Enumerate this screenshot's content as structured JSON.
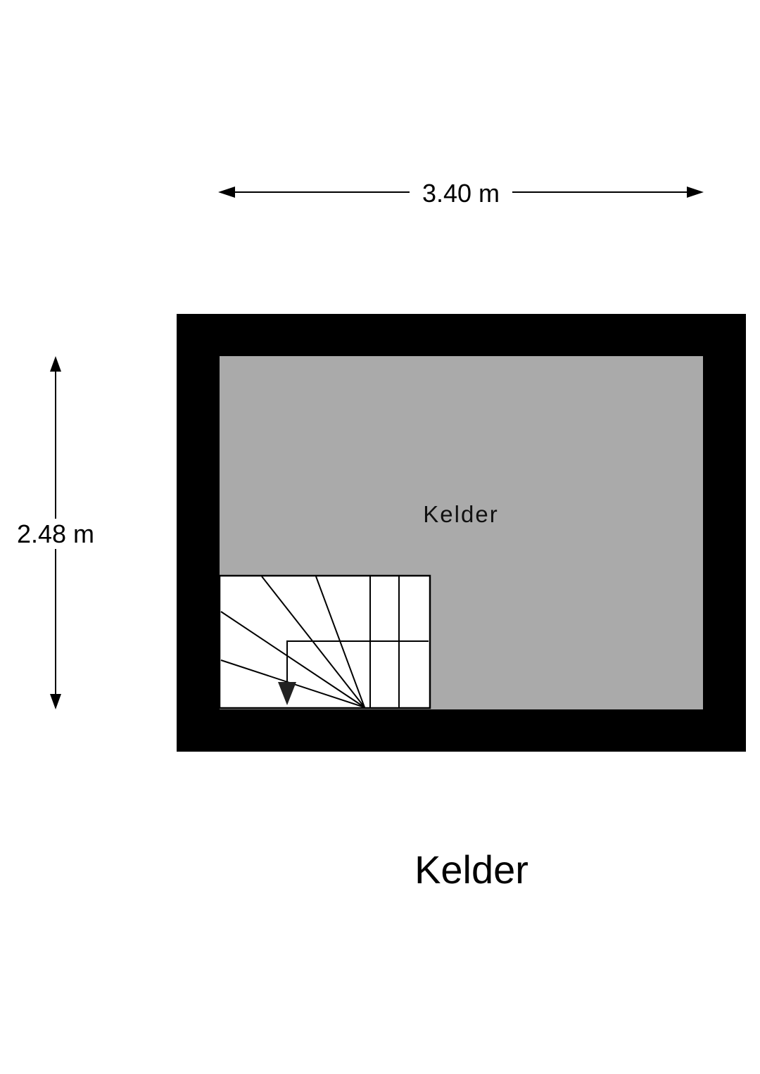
{
  "dimensions": {
    "width_label": "3.40 m",
    "height_label": "2.48 m"
  },
  "room": {
    "name": "Kelder"
  },
  "floor": {
    "title": "Kelder"
  },
  "colors": {
    "wall": "#000000",
    "floor": "#aaaaaa",
    "stairs": "#ffffff",
    "lines": "#000000"
  }
}
